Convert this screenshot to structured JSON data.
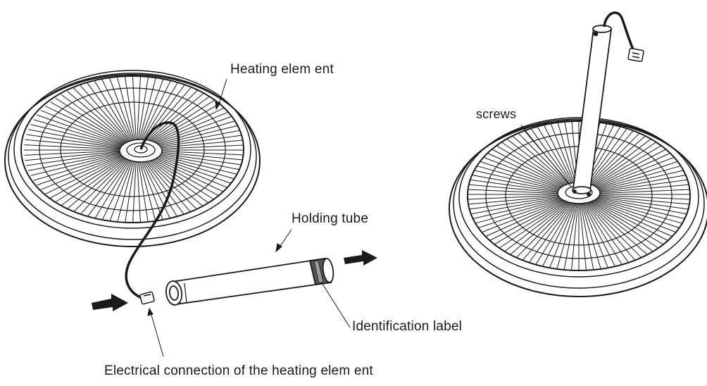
{
  "labels": {
    "heating_element": "Heating elem ent",
    "holding_tube": "Holding tube",
    "screws": "screws",
    "identification_label": "Identification label",
    "electrical_connection": "Electrical connection of the heating elem ent"
  },
  "colors": {
    "ink": "#1a1a1a",
    "background": "#ffffff"
  }
}
